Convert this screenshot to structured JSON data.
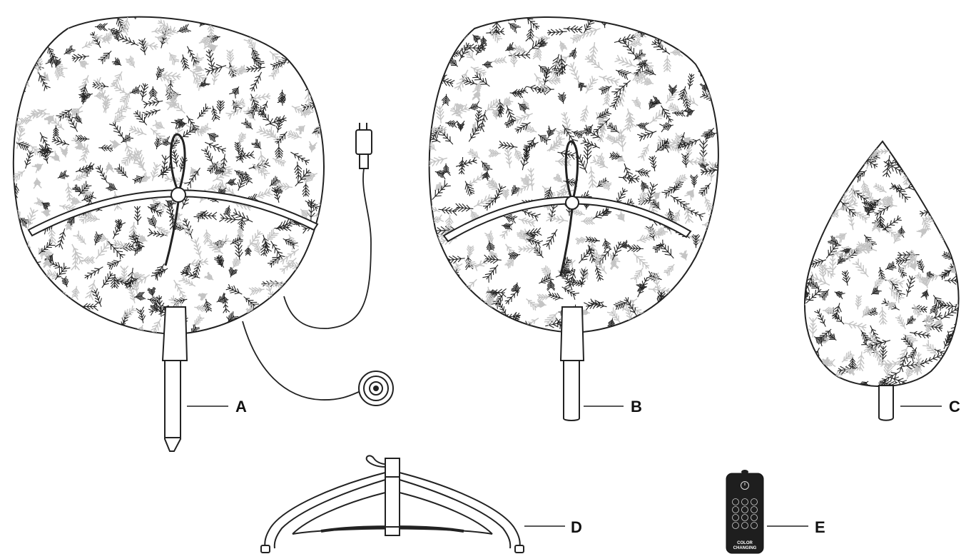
{
  "parts": [
    {
      "id": "a",
      "label": "A"
    },
    {
      "id": "b",
      "label": "B"
    },
    {
      "id": "c",
      "label": "C"
    },
    {
      "id": "d",
      "label": "D"
    },
    {
      "id": "e",
      "label": "E"
    }
  ],
  "remote": {
    "text_line1": "COLOR",
    "text_line2": "CHANGING"
  },
  "colors": {
    "ink": "#111111",
    "foliage_dark": "#222222",
    "foliage_light": "#c4c4c4",
    "remote_body": "#1e1e1e"
  }
}
